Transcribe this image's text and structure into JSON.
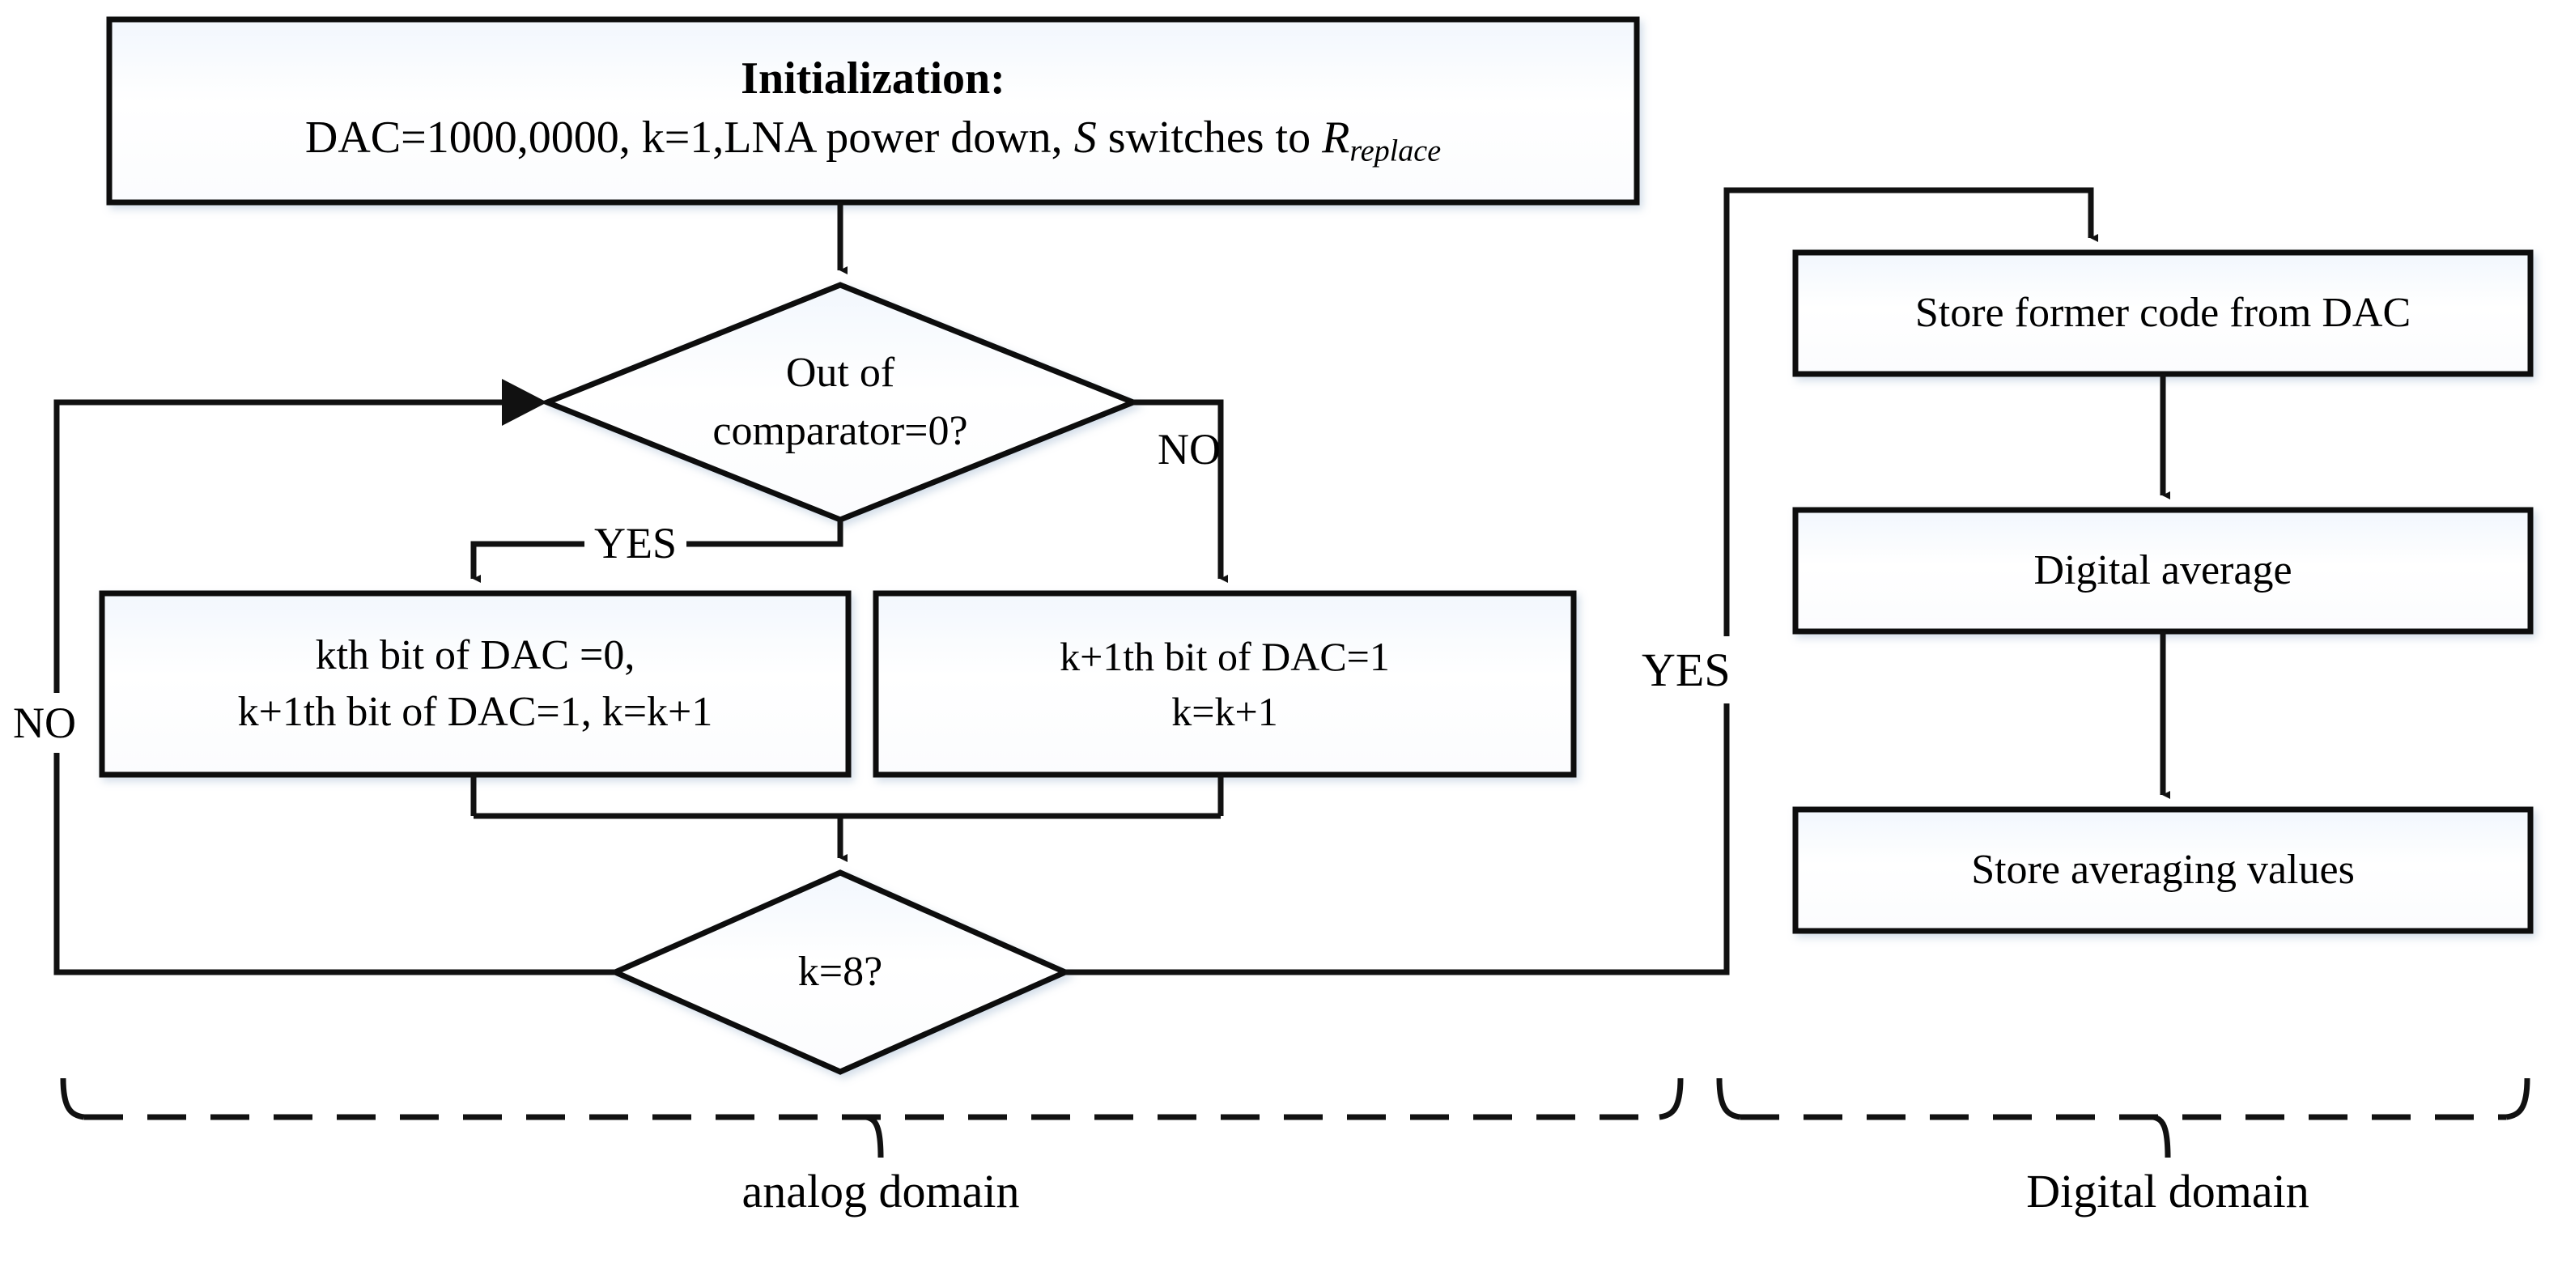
{
  "diagram": {
    "title_box": {
      "heading": "Initialization:",
      "line2_pre": "DAC=1000,0000, k=1,LNA power down, ",
      "line2_var": "S",
      "line2_mid": " switches to ",
      "line2_sym": "R",
      "line2_sub": "replace"
    },
    "decision_comparator": {
      "line1": "Out of",
      "line2": "comparator=0?"
    },
    "process_left": {
      "line1": "kth bit of DAC =0,",
      "line2": "k+1th bit of DAC=1, k=k+1"
    },
    "process_right": {
      "line1": "k+1th bit of DAC=1",
      "line2": "k=k+1"
    },
    "decision_k8": {
      "line1": "k=8?"
    },
    "digital": {
      "store_former": "Store former code from DAC",
      "digital_average": "Digital average",
      "store_averaging": "Store averaging values"
    },
    "edge_labels": {
      "yes_comparator": "YES",
      "no_comparator": "NO",
      "no_loopback": "NO",
      "yes_k8": "YES"
    },
    "domains": {
      "analog": "analog domain",
      "digital": "Digital domain"
    },
    "colors": {
      "stroke": "#111111",
      "fill": "#fdfeff",
      "text": "#000000"
    }
  }
}
